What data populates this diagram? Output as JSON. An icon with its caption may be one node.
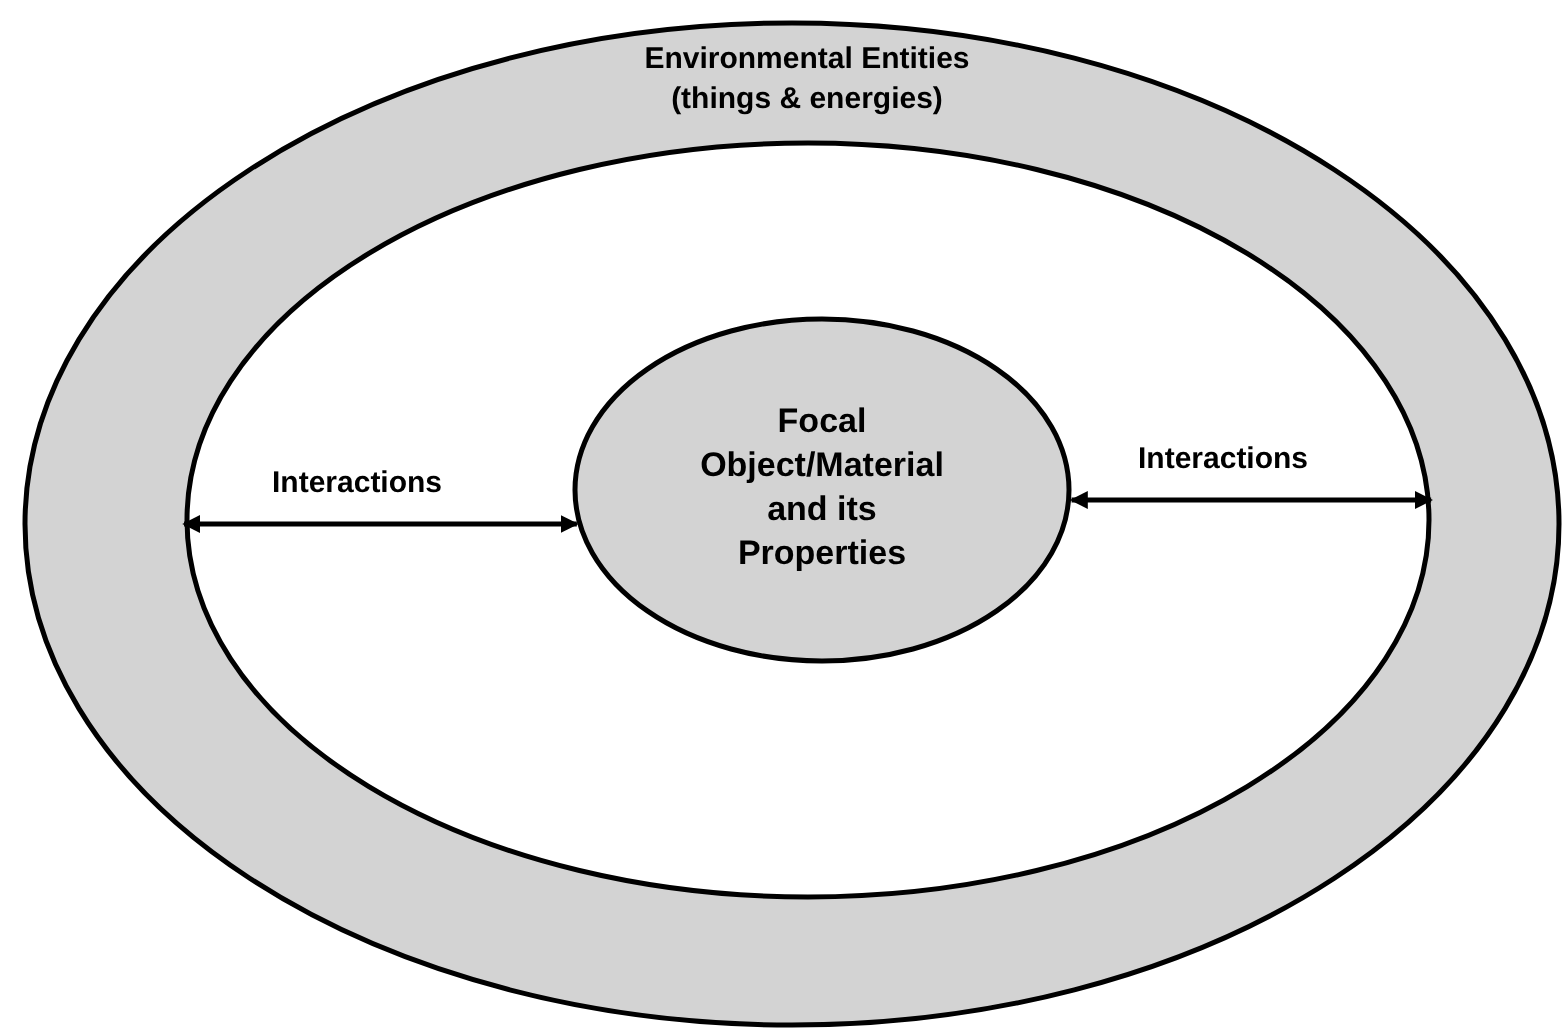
{
  "diagram": {
    "nodes": [
      {
        "text": [
          "Environmental Entities (things & energies)"
        ]
      },
      {
        "text": [],
        "shape": "circle",
        "in": 0
      },
      {
        "text": [
          "Focal Object/Material and its Properties"
        ],
        "in": 1
      }
    ],
    "edges": [
      {
        "from": 1,
        "to": 2,
        "arrow": "both",
        "label": "Interactions"
      },
      {
        "from": 2,
        "to": 1,
        "arrow": "both",
        "label": "Interactions"
      }
    ]
  }
}
